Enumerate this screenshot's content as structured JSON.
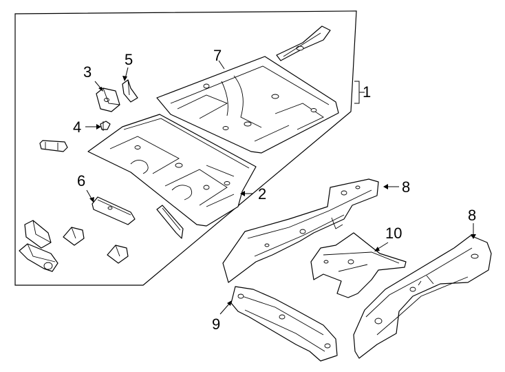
{
  "callouts": {
    "c1": "1",
    "c2": "2",
    "c3": "3",
    "c4": "4",
    "c5": "5",
    "c6": "6",
    "c7": "7",
    "c8a": "8",
    "c8b": "8",
    "c9": "9",
    "c10": "10"
  }
}
